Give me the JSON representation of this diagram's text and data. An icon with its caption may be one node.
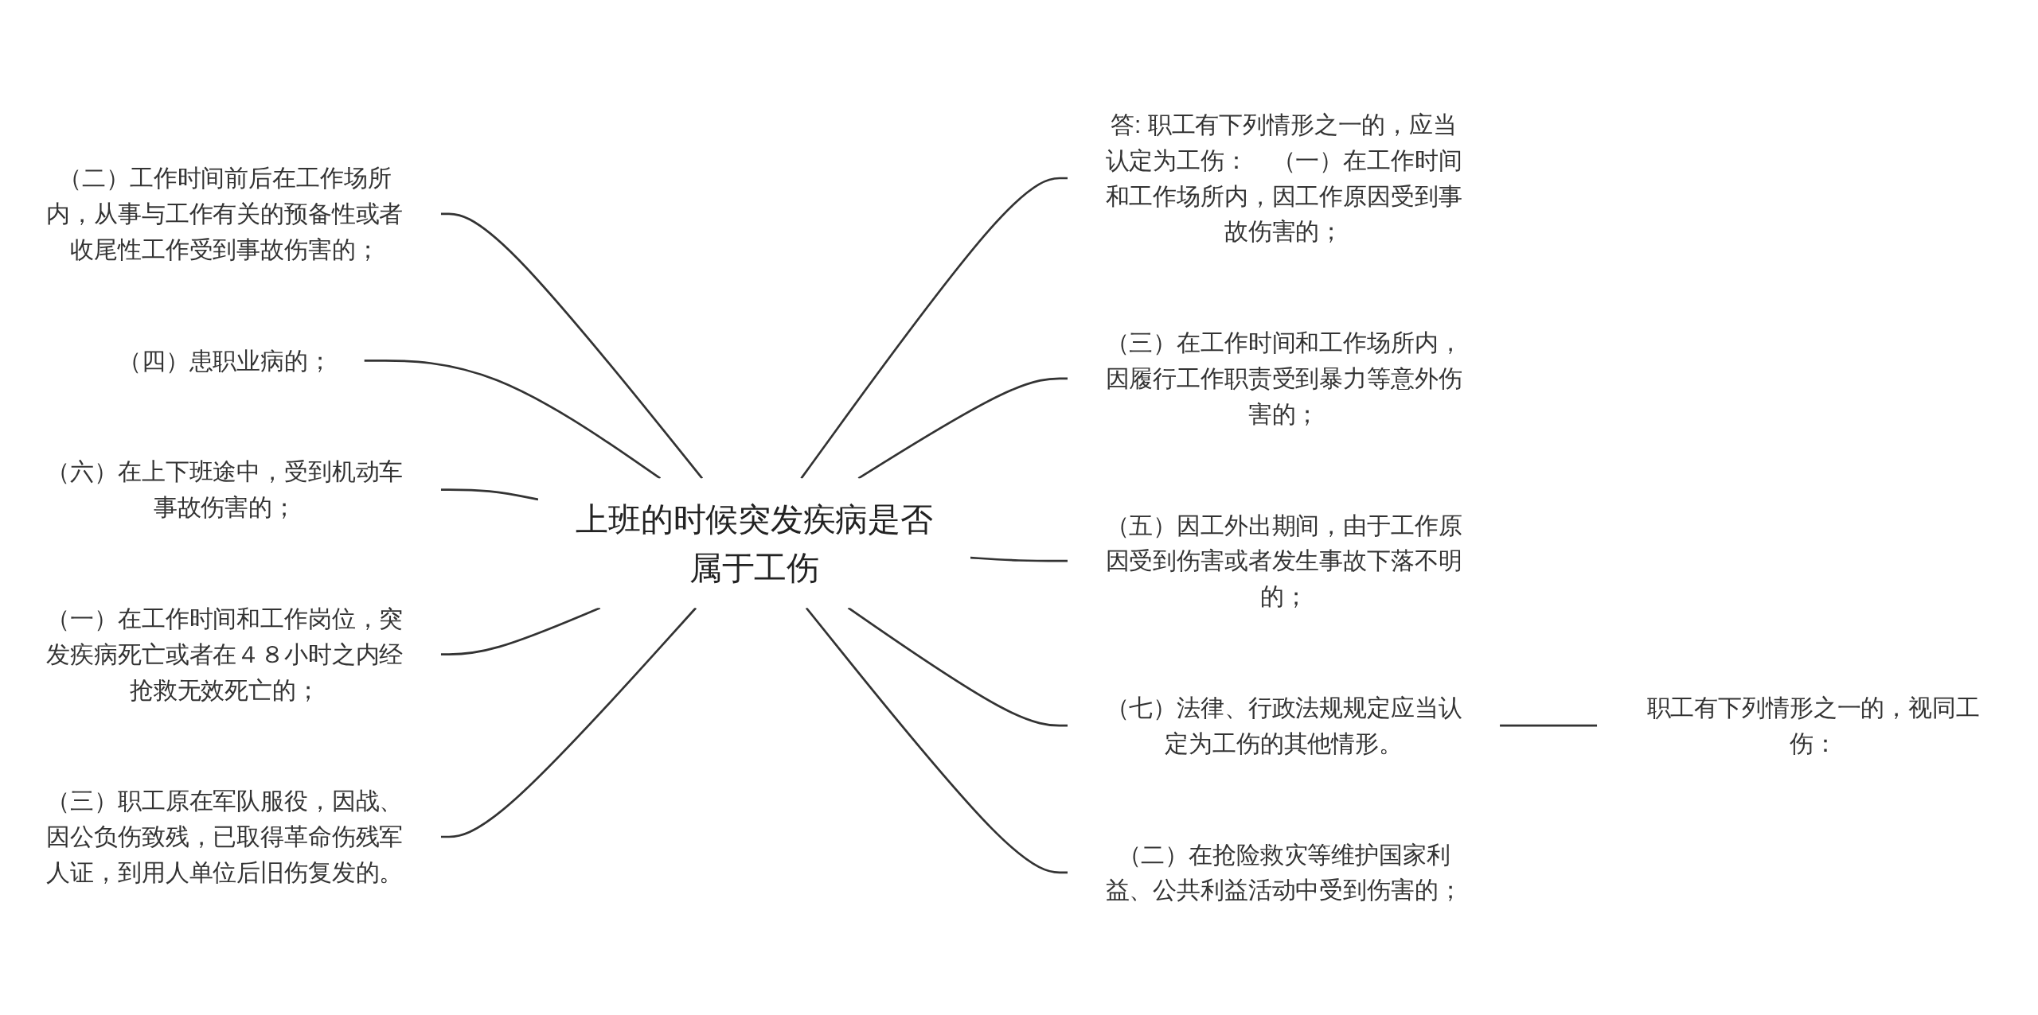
{
  "diagram": {
    "nodes": [
      {
        "text": [
          "上班的时候突发疾病是否属于工伤"
        ]
      },
      {
        "text": [
          "（二）工作时间前后在工作场所内，从事与工作有关的预备性或者收尾性工作受到事故伤害的；"
        ]
      },
      {
        "text": [
          "（四）患职业病的；"
        ]
      },
      {
        "text": [
          "（六）在上下班途中，受到机动车事故伤害的；"
        ]
      },
      {
        "text": [
          "（一）在工作时间和工作岗位，突发疾病死亡或者在４８小时之内经抢救无效死亡的；"
        ]
      },
      {
        "text": [
          "（三）职工原在军队服役，因战、因公负伤致残，已取得革命伤残军人证，到用人单位后旧伤复发的。"
        ]
      },
      {
        "text": [
          "答: 职工有下列情形之一的，应当认定为工伤：　（一）在工作时间和工作场所内，因工作原因受到事故伤害的；"
        ]
      },
      {
        "text": [
          "（三）在工作时间和工作场所内，因履行工作职责受到暴力等意外伤害的；"
        ]
      },
      {
        "text": [
          "（五）因工外出期间，由于工作原因受到伤害或者发生事故下落不明的；"
        ]
      },
      {
        "text": [
          "（七）法律、行政法规规定应当认定为工伤的其他情形。"
        ]
      },
      {
        "text": [
          "（二）在抢险救灾等维护国家利益、公共利益活动中受到伤害的；"
        ]
      },
      {
        "text": [
          "职工有下列情形之一的，视同工伤："
        ]
      }
    ],
    "edges": [
      {
        "from": 1,
        "to": 0,
        "arrow": "none"
      },
      {
        "from": 2,
        "to": 0,
        "arrow": "none"
      },
      {
        "from": 3,
        "to": 0,
        "arrow": "none"
      },
      {
        "from": 4,
        "to": 0,
        "arrow": "none"
      },
      {
        "from": 5,
        "to": 0,
        "arrow": "none"
      },
      {
        "from": 0,
        "to": 6,
        "arrow": "none"
      },
      {
        "from": 0,
        "to": 7,
        "arrow": "none"
      },
      {
        "from": 0,
        "to": 8,
        "arrow": "none"
      },
      {
        "from": 0,
        "to": 9,
        "arrow": "none"
      },
      {
        "from": 0,
        "to": 10,
        "arrow": "none"
      },
      {
        "from": 9,
        "to": 11,
        "arrow": "none"
      }
    ]
  }
}
